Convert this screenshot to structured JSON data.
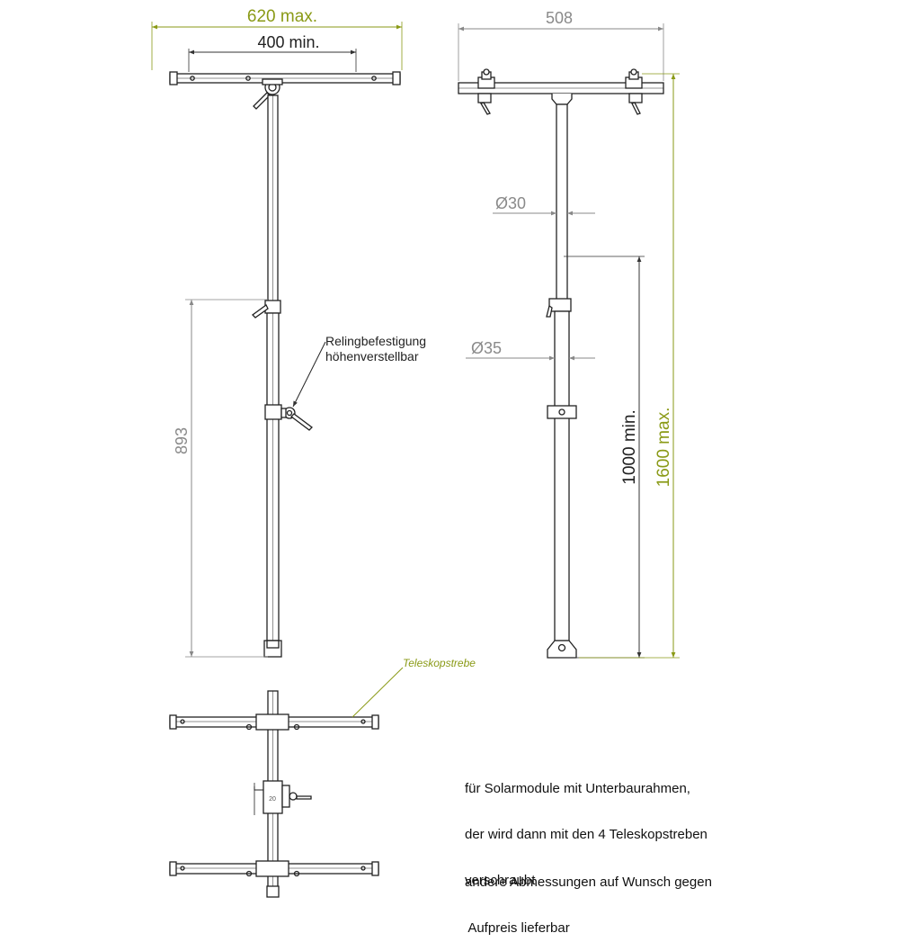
{
  "dimensions": {
    "width_max": "620 max.",
    "width_min": "400 min.",
    "crossbar_width": "508",
    "railing_height": "893",
    "tube_upper_diameter": "Ø30",
    "tube_lower_diameter": "Ø35",
    "height_min": "1000 min.",
    "height_max": "1600 max."
  },
  "labels": {
    "railing_mount_line1": "Relingbefestigung",
    "railing_mount_line2": "höhenverstellbar",
    "telescopic_strut": "Teleskopstrebe"
  },
  "notes": {
    "solar_modules": [
      "für Solarmodule mit Unterbaurahmen,",
      "der wird dann mit den 4 Teleskopstreben",
      "verschraubt"
    ],
    "custom_dimensions": [
      "andere Abmessungen auf Wunsch gegen",
      " Aufpreis lieferbar"
    ]
  },
  "colors": {
    "dimension_green": "#8a9a16",
    "dimension_gray": "#8a8a8a",
    "outline": "#222222"
  }
}
